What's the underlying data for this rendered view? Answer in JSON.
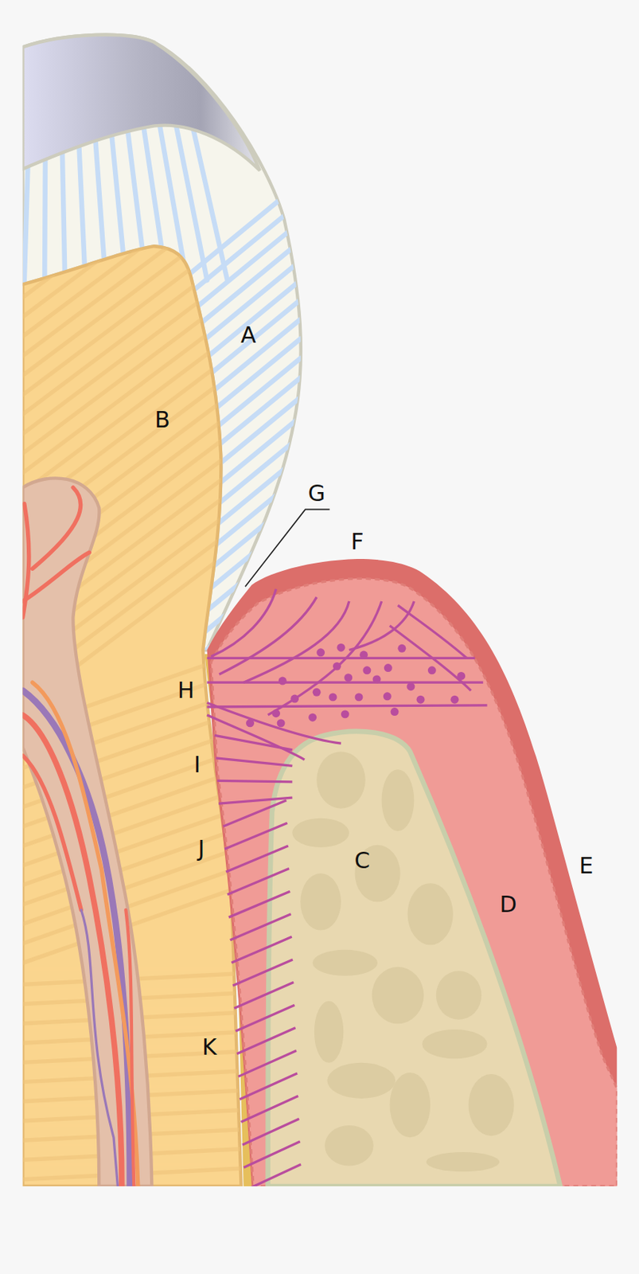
{
  "diagram": {
    "labels": [
      "A",
      "B",
      "G",
      "F",
      "H",
      "I",
      "J",
      "C",
      "D",
      "E",
      "K"
    ]
  }
}
